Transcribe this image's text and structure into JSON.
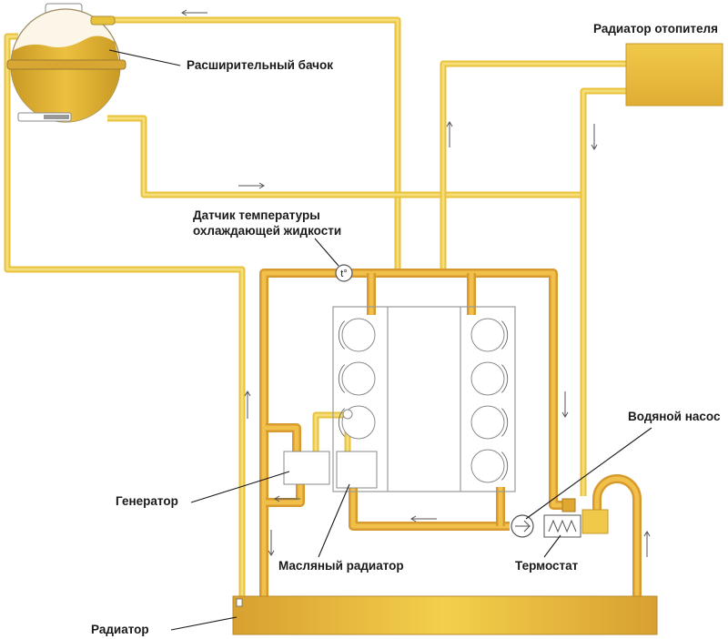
{
  "labels": {
    "expansion_tank": "Расширительный бачок",
    "heater_radiator": "Радиатор отопителя",
    "temp_sensor_line1": "Датчик температуры",
    "temp_sensor_line2": "охлаждающей жидкости",
    "water_pump": "Водяной насос",
    "generator": "Генератор",
    "oil_radiator": "Масляный радиатор",
    "thermostat": "Термостат",
    "radiator": "Радиатор"
  },
  "sensor_symbol": "t°",
  "colors": {
    "coolant_light": "#f0c94a",
    "coolant_dark": "#d89a2e",
    "engine_outline": "#9a9a9a"
  }
}
